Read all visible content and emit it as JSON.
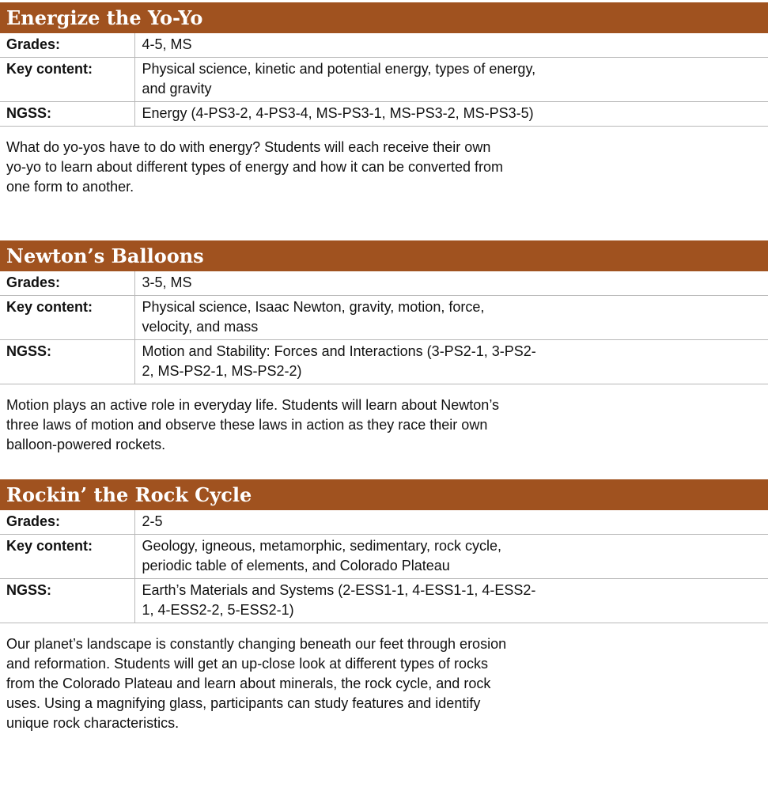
{
  "programs": [
    {
      "title": "Energize the Yo-Yo",
      "grades_label": "Grades:",
      "grades": "4-5, MS",
      "key_content_label": "Key content:",
      "key_content": "Physical science, kinetic and potential energy, types of energy, and gravity",
      "ngss_label": "NGSS:",
      "ngss": "Energy (4-PS3-2, 4-PS3-4, MS-PS3-1, MS-PS3-2, MS-PS3-5)",
      "description": "What do yo-yos have to do with energy? Students will each receive their own yo-yo to learn about different types of energy and how it can be converted from one form to another."
    },
    {
      "title": "Newton’s Balloons",
      "grades_label": "Grades:",
      "grades": "3-5, MS",
      "key_content_label": "Key content:",
      "key_content": "Physical science, Isaac Newton, gravity, motion, force, velocity, and mass",
      "ngss_label": "NGSS:",
      "ngss": "Motion and Stability: Forces and Interactions (3-PS2-1, 3-PS2-2, MS-PS2-1, MS-PS2-2)",
      "description": "Motion plays an active role in everyday life. Students will learn about Newton’s three laws of motion and observe these laws in action as they race their own balloon-powered rockets."
    },
    {
      "title": "Rockin’ the Rock Cycle",
      "grades_label": "Grades:",
      "grades": "2-5",
      "key_content_label": "Key content:",
      "key_content": "Geology, igneous, metamorphic, sedimentary, rock cycle, periodic table of elements, and Colorado Plateau",
      "ngss_label": "NGSS:",
      "ngss": "Earth’s Materials and Systems (2-ESS1-1, 4-ESS1-1, 4-ESS2-1, 4-ESS2-2, 5-ESS2-1)",
      "description": "Our planet’s landscape is constantly changing beneath our feet through erosion and reformation. Students will get an up-close look at different types of rocks from the Colorado Plateau and learn about minerals, the rock cycle, and rock uses. Using a magnifying glass, participants can study features and identify unique rock characteristics."
    }
  ]
}
